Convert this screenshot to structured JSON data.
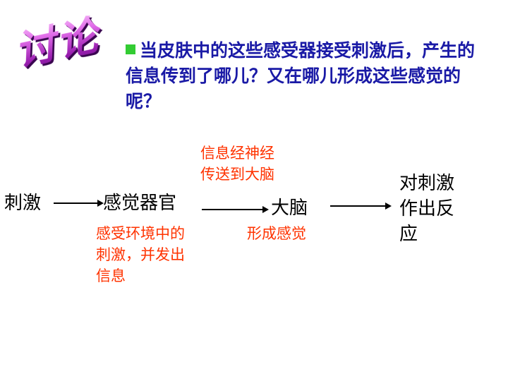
{
  "title": "讨论",
  "question": {
    "text": "当皮肤中的这些感受器接受刺激后，产生的信息传到了哪儿？又在哪儿形成这些感觉的呢？"
  },
  "flow": {
    "stimulus": "刺激",
    "sense_organ": "感觉器官",
    "brain": "大脑",
    "response_line1": "对刺激",
    "response_line2": "作出反",
    "response_line3": "应"
  },
  "notes": {
    "transmit_line1": "信息经神经",
    "transmit_line2": "传送到大脑",
    "organ_line1": "感受环境中的",
    "organ_line2": "刺激，并发出",
    "organ_line3": "信息",
    "brain_note": "形成感觉"
  },
  "colors": {
    "question_text": "#1a1aa6",
    "note_text": "#ff3300",
    "bullet": "#33cc33",
    "node_text": "#000000",
    "title_wordart": "#c23fd0"
  }
}
